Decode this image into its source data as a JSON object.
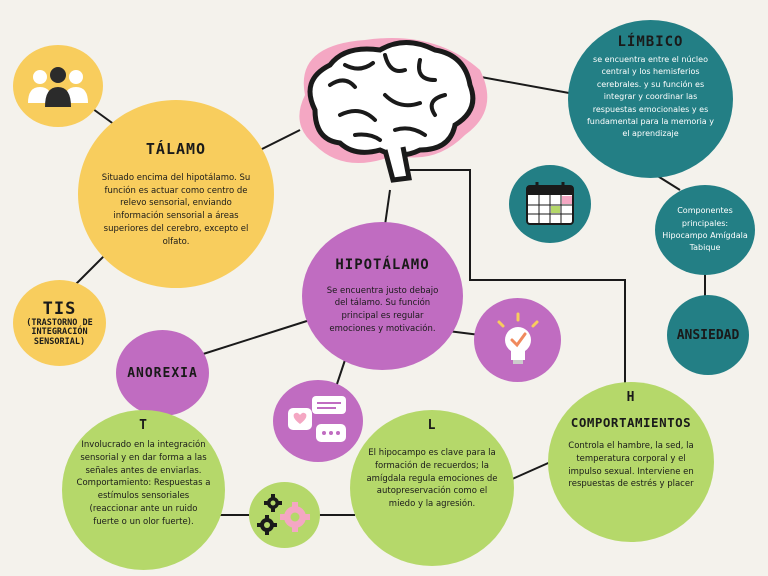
{
  "colors": {
    "background": "#f4f2ec",
    "yellow": "#f8cd5d",
    "purple": "#c06cc1",
    "teal": "#237f85",
    "green": "#b5d86a",
    "pink": "#f4a7c3"
  },
  "icons": {
    "people": "people-group-icon",
    "brain": "brain-icon",
    "calendar": "calendar-icon",
    "bulb": "lightbulb-icon",
    "chat": "chat-bubbles-icon",
    "gears": "gears-icon"
  },
  "talamo": {
    "title": "TÁLAMO",
    "text": "Situado encima del hipotálamo. Su función es actuar como centro de relevo sensorial, enviando información sensorial a áreas superiores del cerebro, excepto el olfato."
  },
  "tis": {
    "title": "TIS",
    "subtitle": "(TRASTORNO DE INTEGRACIÓN SENSORIAL)"
  },
  "hipotalamo": {
    "title": "HIPOTÁLAMO",
    "text": "Se encuentra justo debajo del tálamo. Su función principal es regular emociones y motivación."
  },
  "anorexia": {
    "title": "ANOREXIA"
  },
  "limbico": {
    "title": "LÍMBICO",
    "text": "se encuentra entre el núcleo central y los hemisferios cerebrales. y su función es integrar y coordinar las respuestas emocionales y es fundamental para la memoria y el aprendizaje"
  },
  "componentes": {
    "text": "Componentes principales: Hipocampo Amígdala Tabique"
  },
  "ansiedad": {
    "title": "ANSIEDAD"
  },
  "comportamientos": {
    "letter": "H",
    "title": "COMPORTAMIENTOS",
    "text": "Controla el hambre, la sed, la temperatura corporal y el impulso sexual. Interviene en respuestas de estrés y placer"
  },
  "hipocampo": {
    "letter": "L",
    "text": "El hipocampo es clave para la formación de recuerdos; la amígdala regula emociones de autopreservación como el miedo y la agresión."
  },
  "integracion": {
    "letter": "T",
    "text": "Involucrado en la integración sensorial y en dar forma a las señales antes de enviarlas. Comportamiento: Respuestas a estímulos sensoriales (reaccionar ante un ruido fuerte o un olor fuerte)."
  }
}
